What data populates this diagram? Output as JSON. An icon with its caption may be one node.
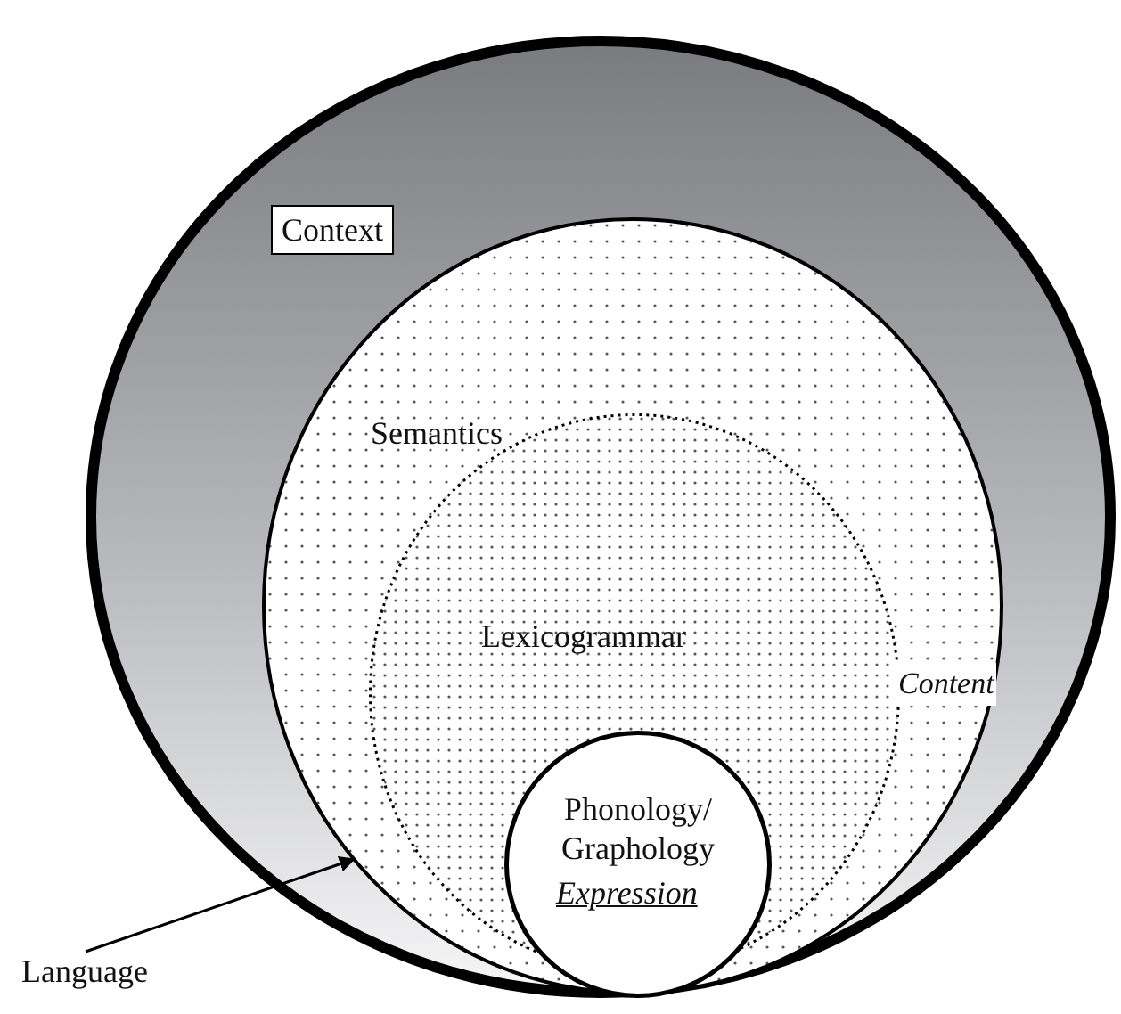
{
  "diagram": {
    "nodes": [
      {
        "text": [
          "Context"
        ]
      },
      {
        "text": [
          "Semantics",
          "Content"
        ],
        "in": 0
      },
      {
        "text": [
          "Lexicogrammar"
        ],
        "in": 1
      },
      {
        "text": [
          "Phonology/ Graphology",
          "Expression"
        ],
        "in": 1
      },
      {
        "text": [
          "Language"
        ]
      }
    ],
    "edges": [
      {
        "from": 4,
        "to": 1,
        "arrow": "to"
      }
    ]
  }
}
